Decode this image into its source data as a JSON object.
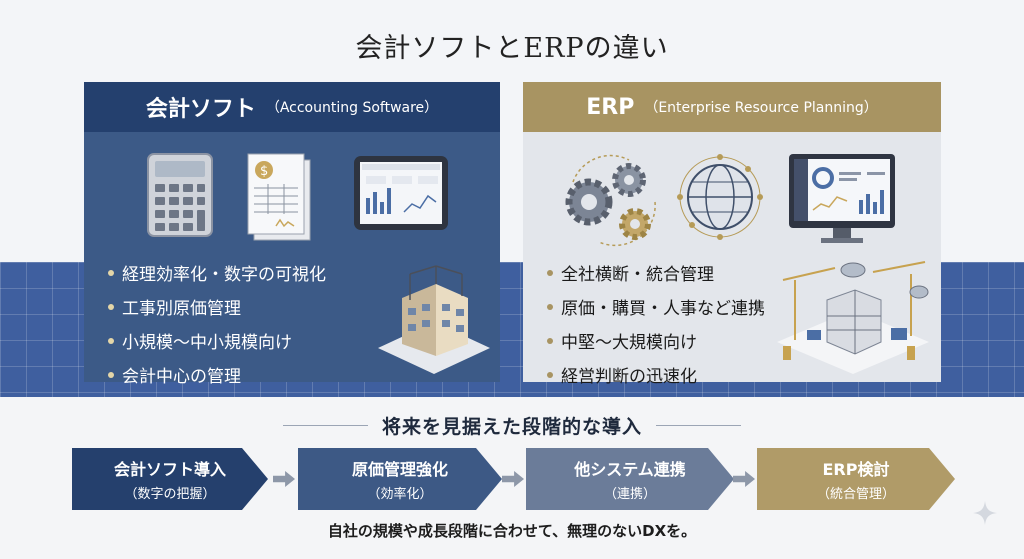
{
  "title": "会計ソフトとERPの違い",
  "accounting": {
    "title": "会計ソフト",
    "subtitle": "（Accounting Software）",
    "icons": [
      "calculator-icon",
      "invoice-document-icon",
      "tablet-dashboard-icon",
      "building-under-construction-icon"
    ],
    "bullets": [
      "経理効率化・数字の可視化",
      "工事別原価管理",
      "小規模〜中小規模向け",
      "会計中心の管理"
    ]
  },
  "erp": {
    "title": "ERP",
    "subtitle": "（Enterprise Resource Planning）",
    "icons": [
      "gears-icon",
      "globe-network-icon",
      "monitor-dashboard-icon",
      "construction-site-network-icon"
    ],
    "bullets": [
      "全社横断・統合管理",
      "原価・購買・人事など連携",
      "中堅〜大規模向け",
      "経営判断の迅速化"
    ]
  },
  "roadmap": {
    "title": "将来を見据えた段階的な導入",
    "steps": [
      {
        "label": "会計ソフト導入",
        "note": "（数字の把握）"
      },
      {
        "label": "原価管理強化",
        "note": "（効率化）"
      },
      {
        "label": "他システム連携",
        "note": "（連携）"
      },
      {
        "label": "ERP検討",
        "note": "（統合管理）"
      }
    ]
  },
  "footer": "自社の規模や成長段階に合わせて、無理のないDXを。",
  "colors": {
    "navy": "#24406e",
    "panel_blue": "#3c5a87",
    "gold": "#a89462",
    "light_gray": "#e3e6eb"
  }
}
